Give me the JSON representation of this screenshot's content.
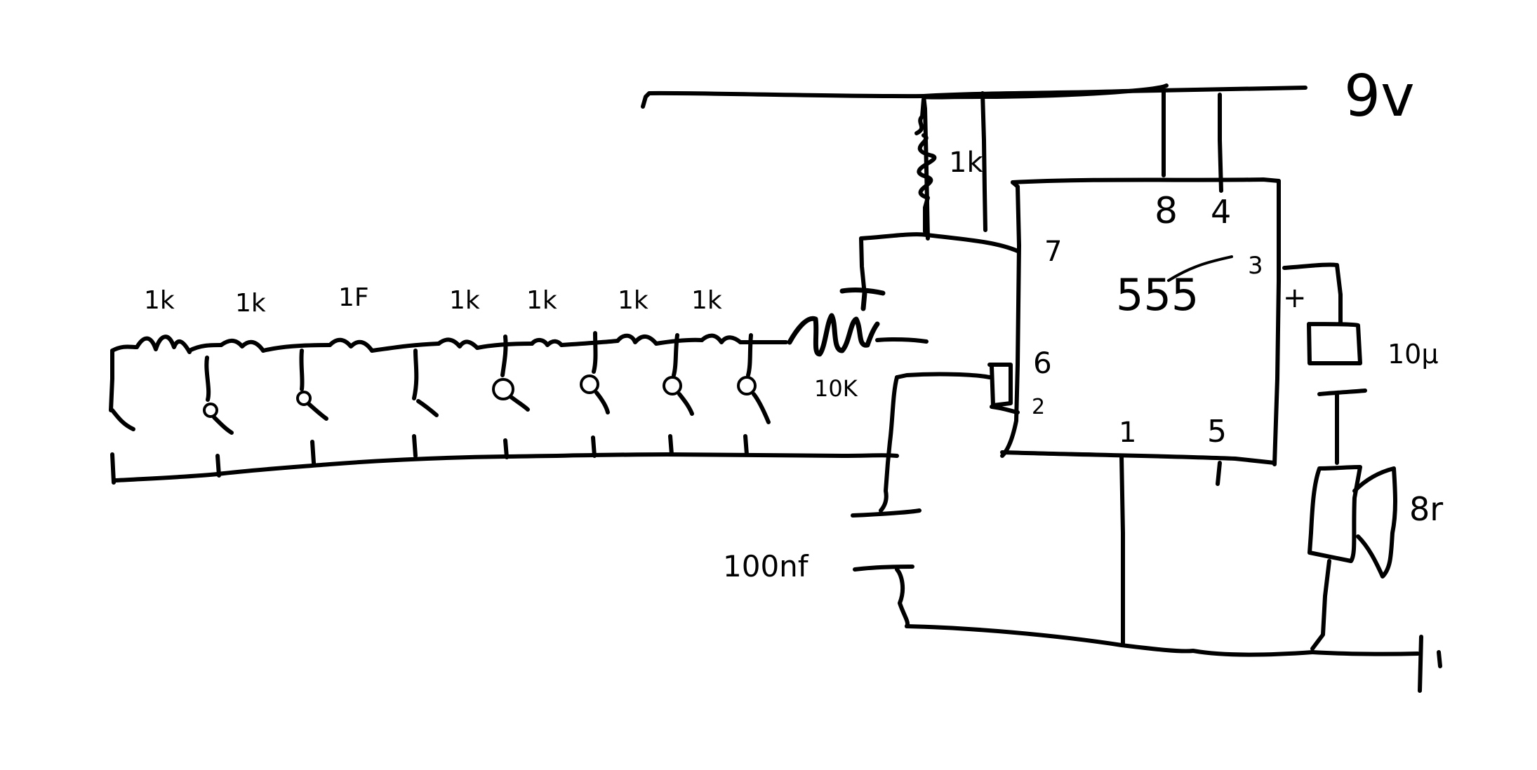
{
  "diagram": {
    "supply_label": "9v",
    "timer_label": "555",
    "pins": {
      "p8": "8",
      "p4": "4",
      "p7": "7",
      "p3": "3",
      "p6": "6",
      "p2": "2",
      "p1": "1",
      "p5": "5"
    },
    "labels": {
      "r_top": "1k",
      "r_ladder": [
        "1k",
        "1k",
        "1F",
        "1k",
        "1k",
        "1k",
        "1k"
      ],
      "r_10k": "10K",
      "cap_timing": "100nf",
      "cap_output": "10μ",
      "cap_plus": "+",
      "speaker": "8r"
    }
  }
}
